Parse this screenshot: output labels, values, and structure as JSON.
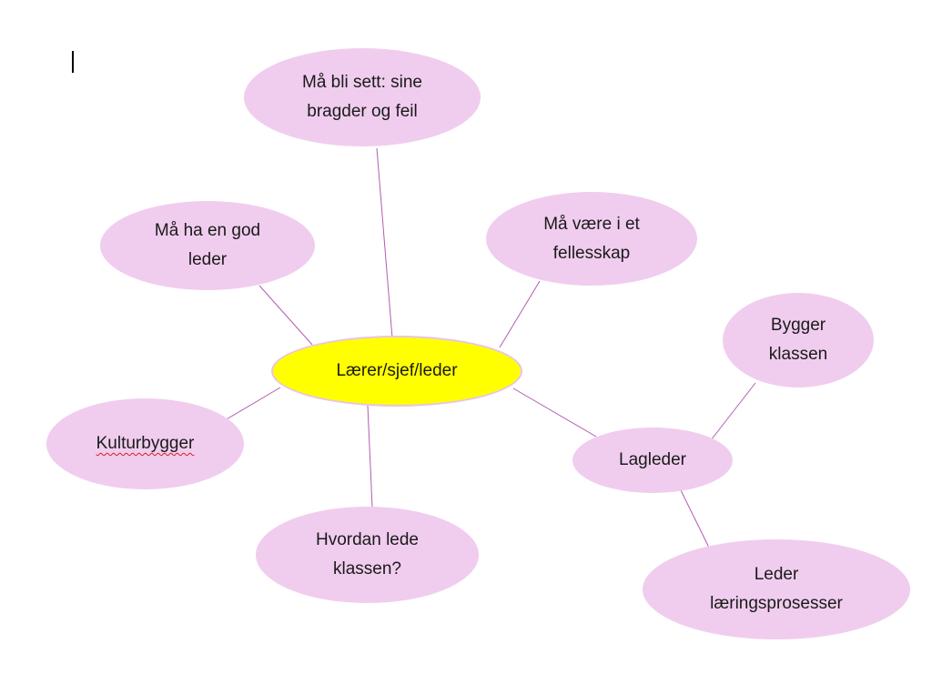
{
  "nodes": {
    "center": {
      "label": "Lærer/sjef/leder"
    },
    "sett": {
      "lines": [
        "Må bli sett: sine",
        "bragder og feil"
      ]
    },
    "god_leder": {
      "lines": [
        "Må ha en god",
        "leder"
      ]
    },
    "fellesskap": {
      "lines": [
        "Må være i et",
        "fellesskap"
      ]
    },
    "kulturbygger": {
      "label": "Kulturbygger"
    },
    "hvordan": {
      "lines": [
        "Hvordan lede",
        "klassen?"
      ]
    },
    "lagleder": {
      "label": "Lagleder"
    },
    "bygger": {
      "lines": [
        "Bygger",
        "klassen"
      ]
    },
    "prosesser": {
      "lines": [
        "Leder",
        "læringsprosesser"
      ]
    }
  },
  "colors": {
    "center_fill": "#ffff00",
    "node_fill": "#f0cdee",
    "edge": "#b35cb0"
  }
}
